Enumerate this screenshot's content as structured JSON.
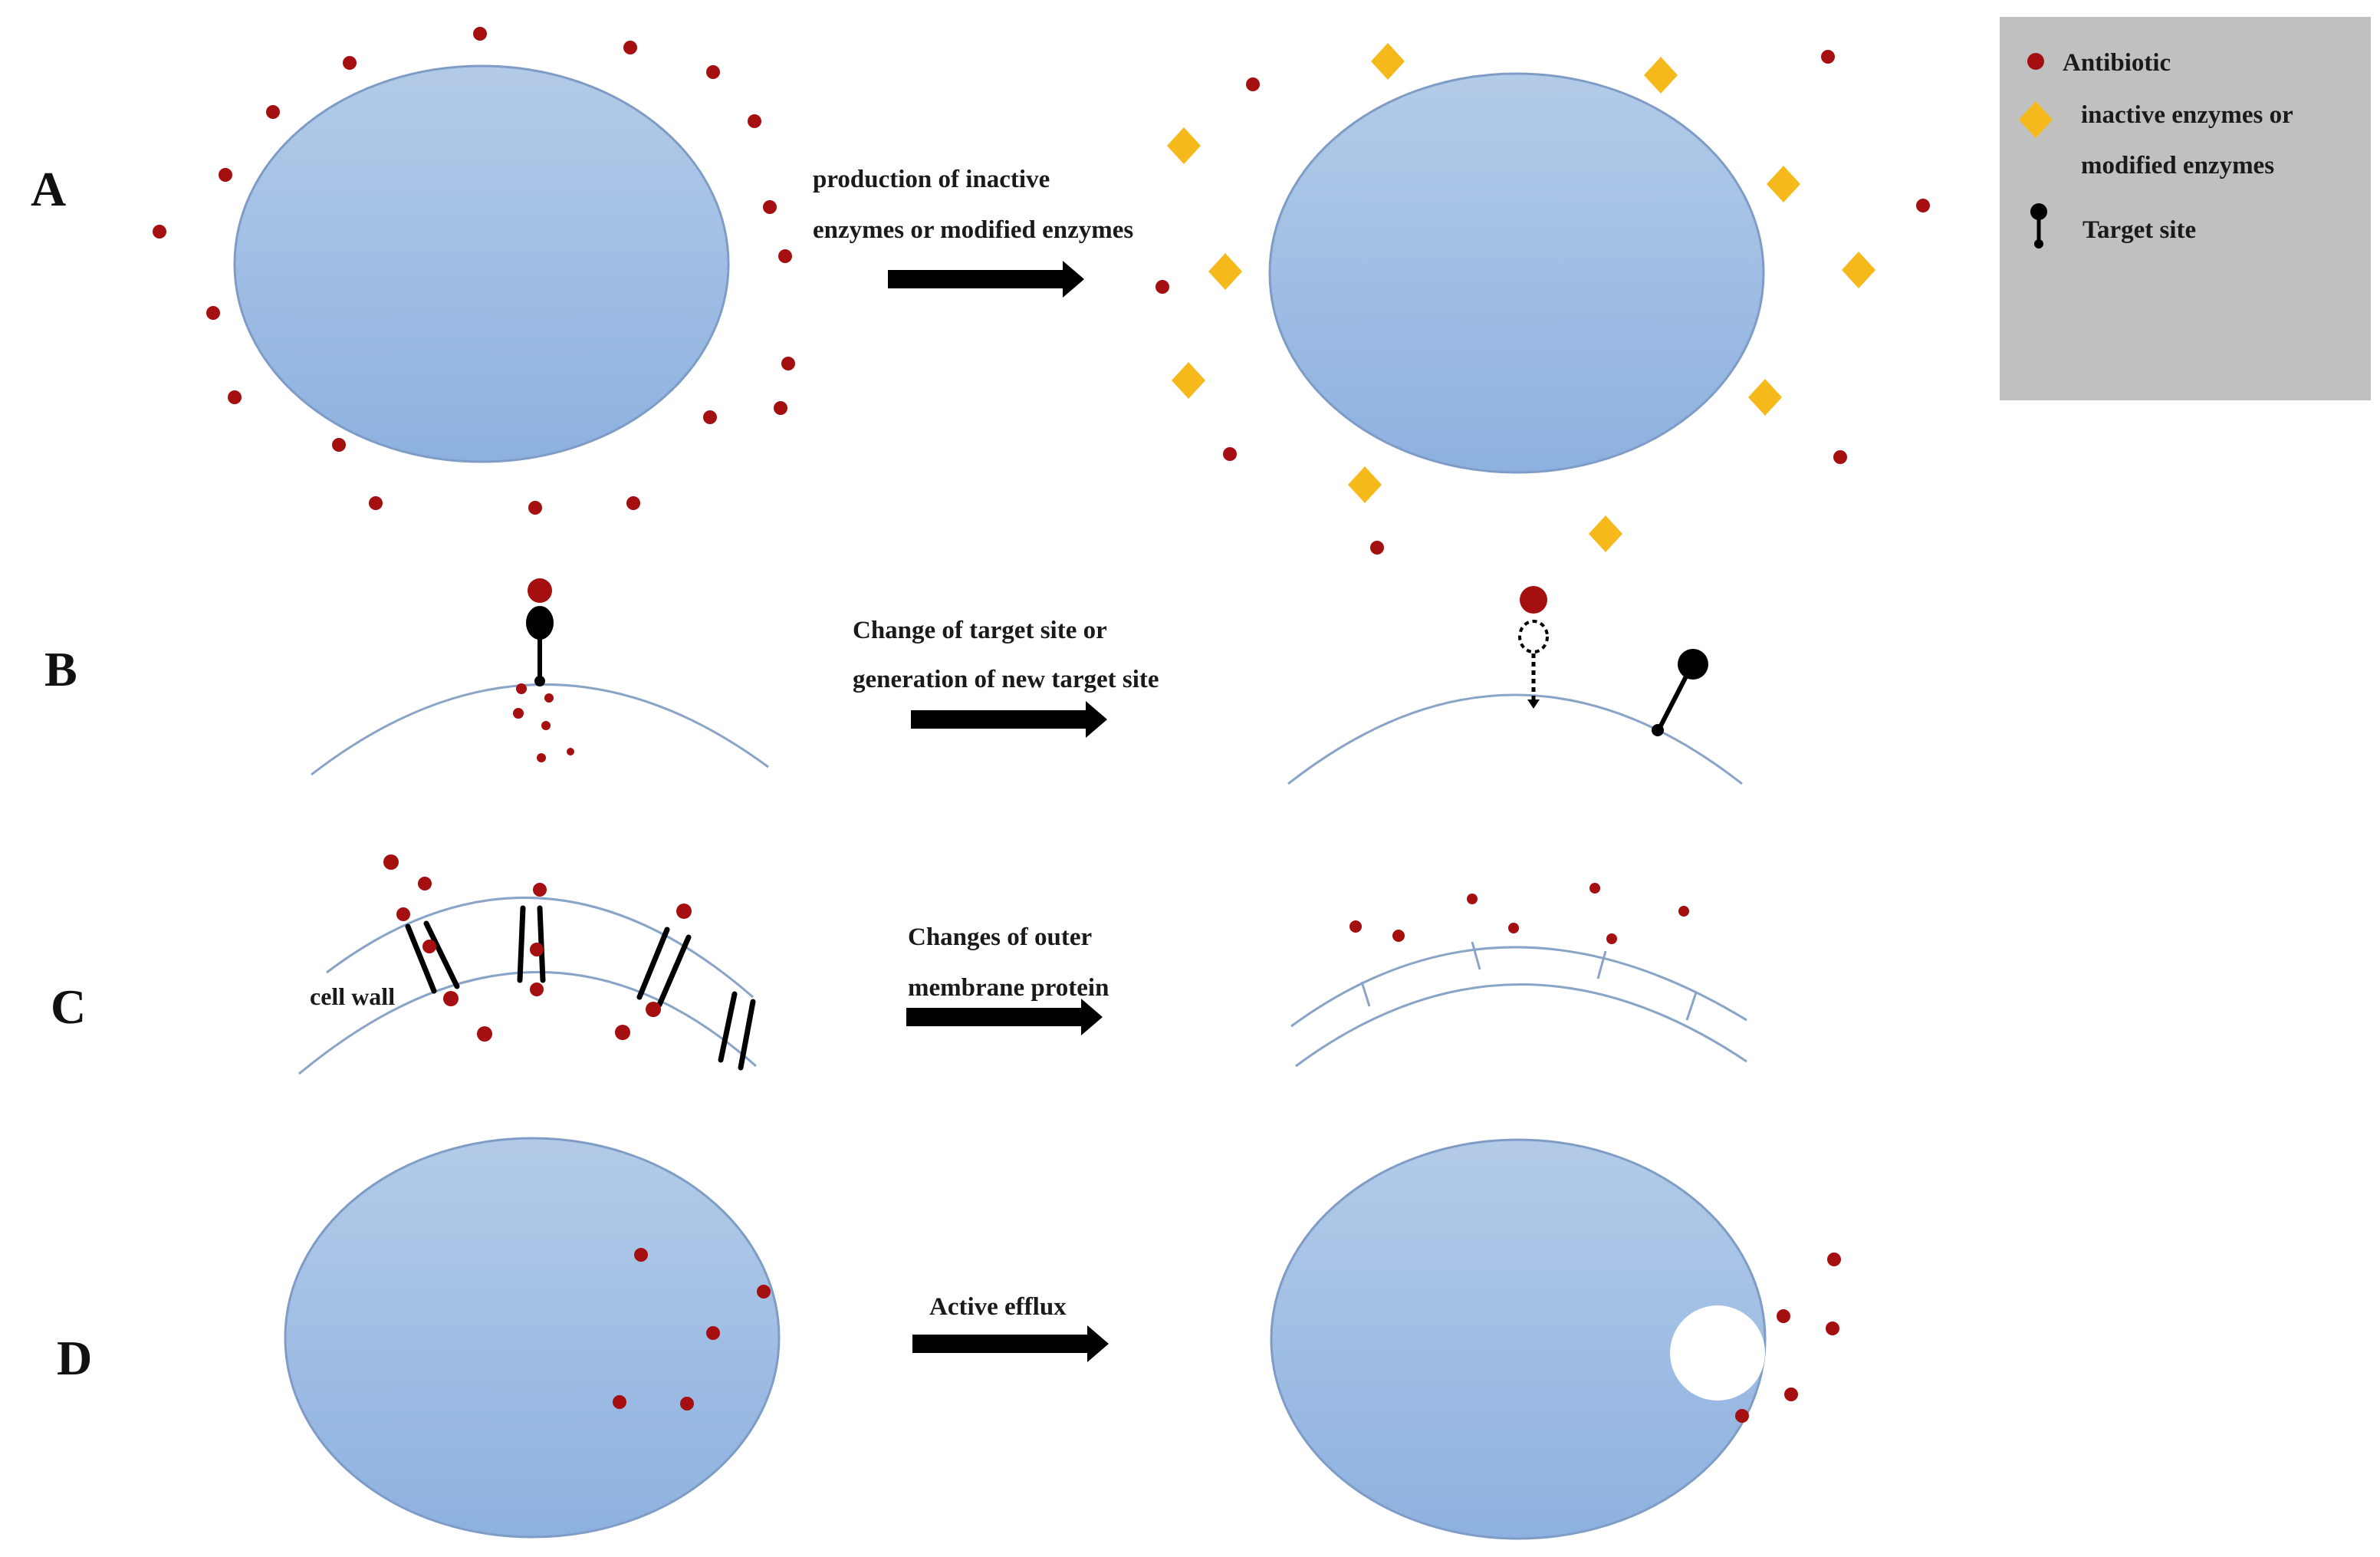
{
  "colors": {
    "antibiotic": "#a50f0f",
    "enzyme": "#f5b91c",
    "cell_top": "#b3cbe8",
    "cell_bottom": "#8db1e0",
    "cell_outline": "#7f9cc6",
    "membrane": "#8aa4c8",
    "legend_background": "#c0c0c0",
    "target_site": "#000000"
  },
  "legend": {
    "antibiotic_label": "Antibiotic",
    "enzyme_label_line1": "inactive enzymes or",
    "enzyme_label_line2": "modified enzymes",
    "target_label": "Target site"
  },
  "panels": {
    "A": {
      "label": "A",
      "step_line1": "production of inactive",
      "step_line2": "enzymes or modified enzymes"
    },
    "B": {
      "label": "B",
      "step_line1": "Change of target site or",
      "step_line2": "generation of new target site"
    },
    "C": {
      "label": "C",
      "step_line1": "Changes of outer",
      "step_line2": "membrane protein",
      "cell_wall_label": "cell wall"
    },
    "D": {
      "label": "D",
      "step_line1": "Active efflux"
    }
  }
}
